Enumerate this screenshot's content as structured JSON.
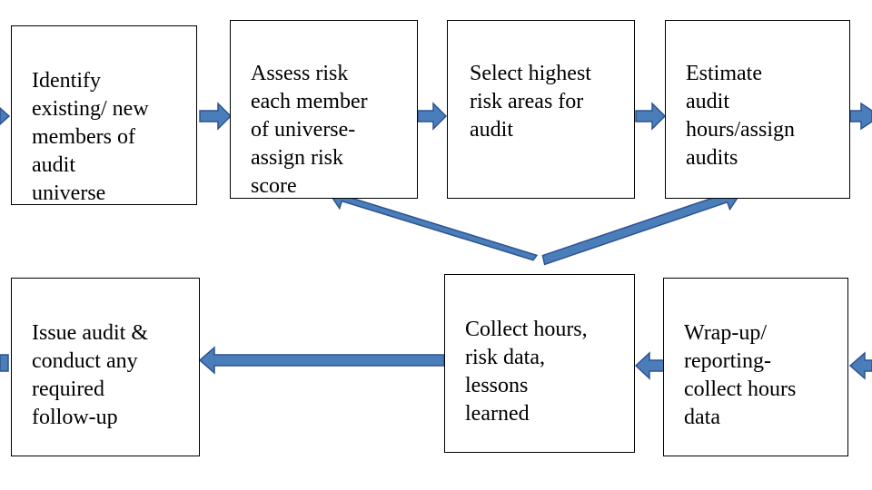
{
  "boxes": {
    "identify": "Identify\nexisting/ new\nmembers of\naudit\nuniverse",
    "assess": "Assess risk\neach member\nof universe-\nassign risk\nscore",
    "select": "Select highest\nrisk areas for\naudit",
    "estimate": "Estimate\naudit\nhours/assign\naudits",
    "issue": "Issue audit &\nconduct any\nrequired\nfollow-up",
    "collect": "Collect hours,\nrisk data,\nlessons\nlearned",
    "wrapup": "Wrap-up/\nreporting-\ncollect hours\ndata"
  },
  "colors": {
    "arrow_fill": "#4a7ebb",
    "arrow_stroke": "#2f528f",
    "box_border": "#000000"
  }
}
